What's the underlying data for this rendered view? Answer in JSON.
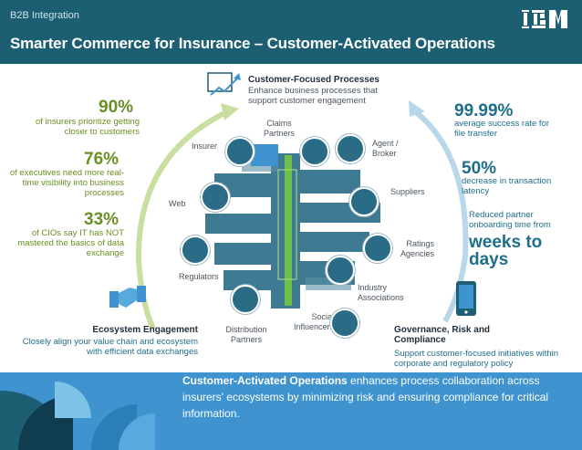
{
  "header": {
    "tag": "B2B Integration",
    "title": "Smarter Commerce for Insurance – Customer-Activated Operations",
    "logo_text": "IBM"
  },
  "center": {
    "title": "Customer-Focused Processes",
    "subtitle": "Enhance business processes that support customer engagement"
  },
  "left_stats": [
    {
      "value": "90%",
      "text": "of insurers prioritize getting closer to customers"
    },
    {
      "value": "76%",
      "text": "of executives need more real-time visibility into business processes"
    },
    {
      "value": "33%",
      "text": "of CIOs say IT has NOT mastered the basics of data exchange"
    }
  ],
  "right_stats": [
    {
      "value": "99.99%",
      "text": "average success rate for file transfer"
    },
    {
      "value": "50%",
      "text": "decrease in transaction latency"
    },
    {
      "value": "weeks to days",
      "text": "Reduced partner onboarding time from"
    }
  ],
  "nodes": {
    "claims": "Claims Partners",
    "insurer": "Insurer",
    "agent": "Agent / Broker",
    "web": "Web",
    "suppliers": "Suppliers",
    "ratings": "Ratings Agencies",
    "regulators": "Regulators",
    "industry": "Industry Associations",
    "distribution": "Distribution Partners",
    "social": "Social Influencers"
  },
  "ecosystem": {
    "title": "Ecosystem Engagement",
    "text": "Closely align your value chain and ecosystem with efficient data exchanges"
  },
  "governance": {
    "title": "Governance, Risk and Compliance",
    "text": "Support customer-focused initiatives within corporate and regulatory policy"
  },
  "footer": {
    "lead": "Customer-Activated Operations",
    "text": "enhances process collaboration across insurers' ecosystems by minimizing risk and ensuring compliance for critical information."
  },
  "colors": {
    "header": "#1c5f73",
    "green": "#6a8f24",
    "blue": "#1c6e8c",
    "footer": "#3f93cf",
    "node": "#2a6c86"
  }
}
